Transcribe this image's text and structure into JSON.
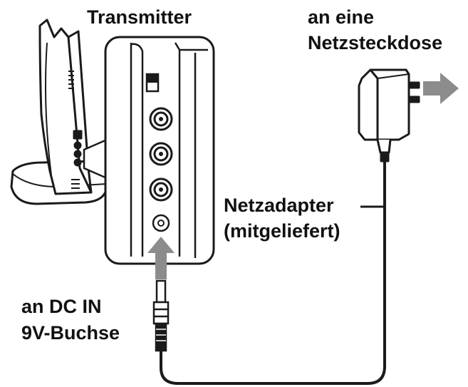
{
  "labels": {
    "transmitter": "Transmitter",
    "outlet_line1": "an eine",
    "outlet_line2": "Netzsteckdose",
    "adapter_line1": "Netzadapter",
    "adapter_line2": "(mitgeliefert)",
    "dcin_line1": "an DC IN",
    "dcin_line2": "9V-Buchse"
  },
  "colors": {
    "ink": "#111111",
    "arrow": "#8c8c8c",
    "panel_stroke": "#222222",
    "background": "#ffffff"
  }
}
